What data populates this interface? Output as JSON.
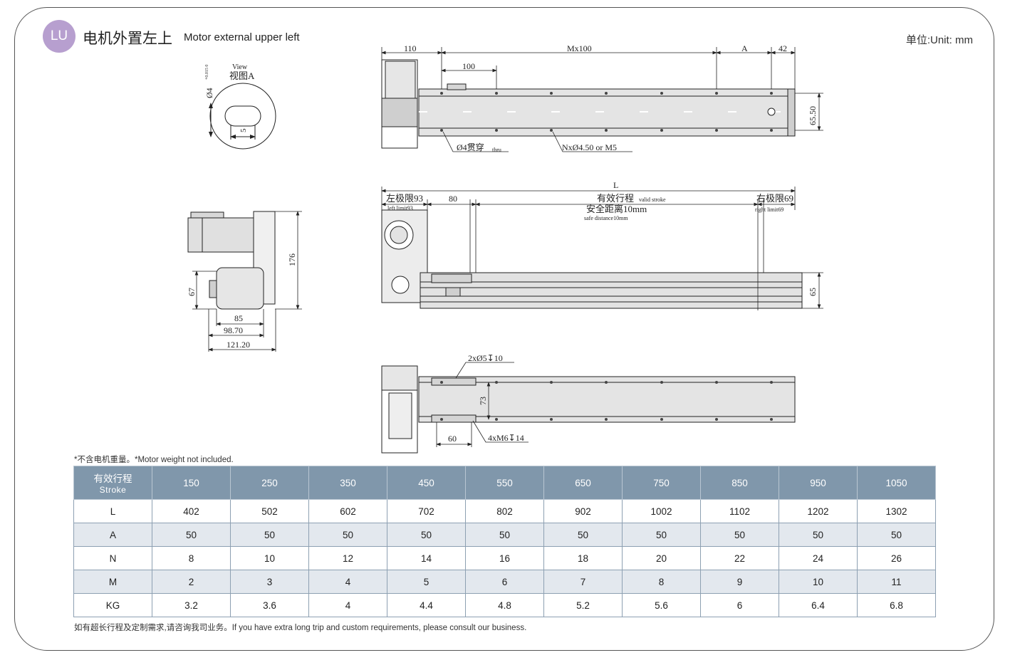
{
  "header": {
    "badge": "LU",
    "title_cn": "电机外置左上",
    "title_en": "Motor external  upper left",
    "unit": "单位:Unit: mm"
  },
  "drawing": {
    "view_label_en": "View",
    "view_label_cn": "视图A",
    "shaft_diameter": "Ø4",
    "shaft_tolerance": "+0.015 0",
    "flat_width": "5",
    "top": {
      "dim_motor": "110",
      "dim_pitch_total": "Mx100",
      "dim_a": "A",
      "dim_end": "42",
      "dim_first": "100",
      "dim_height": "65.50",
      "hole_thru_main": "Ø4贯穿",
      "hole_thru_sub": "thru",
      "hole_mount": "NxØ4.50 or M5"
    },
    "front": {
      "dim_total": "L",
      "left_limit_cn": "左极限93",
      "left_limit_en": "left limit93",
      "dim_80": "80",
      "valid_stroke_cn": "有效行程",
      "valid_stroke_en": "valid stroke",
      "safe_cn": "安全距离10mm",
      "safe_en": "safe distance10mm",
      "right_limit_cn": "右极限69",
      "right_limit_en": "right limit69",
      "dim_height": "65"
    },
    "side": {
      "dim_176": "176",
      "dim_67": "67",
      "dim_85": "85",
      "dim_98": "98.70",
      "dim_121": "121.20"
    },
    "bottom": {
      "holes_top": "2xØ5↧10",
      "dim_73": "73",
      "dim_60": "60",
      "holes_bottom": "4xM6↧14"
    }
  },
  "note": "*不含电机重量。*Motor weight not included.",
  "table": {
    "header": {
      "cn": "有效行程",
      "en": "Stroke"
    },
    "strokes": [
      "150",
      "250",
      "350",
      "450",
      "550",
      "650",
      "750",
      "850",
      "950",
      "1050"
    ],
    "rows": [
      {
        "label": "L",
        "values": [
          "402",
          "502",
          "602",
          "702",
          "802",
          "902",
          "1002",
          "1102",
          "1202",
          "1302"
        ]
      },
      {
        "label": "A",
        "values": [
          "50",
          "50",
          "50",
          "50",
          "50",
          "50",
          "50",
          "50",
          "50",
          "50"
        ]
      },
      {
        "label": "N",
        "values": [
          "8",
          "10",
          "12",
          "14",
          "16",
          "18",
          "20",
          "22",
          "24",
          "26"
        ]
      },
      {
        "label": "M",
        "values": [
          "2",
          "3",
          "4",
          "5",
          "6",
          "7",
          "8",
          "9",
          "10",
          "11"
        ]
      },
      {
        "label": "KG",
        "values": [
          "3.2",
          "3.6",
          "4",
          "4.4",
          "4.8",
          "5.2",
          "5.6",
          "6",
          "6.4",
          "6.8"
        ]
      }
    ]
  },
  "footer": "如有超长行程及定制需求,请咨询我司业务。If you have extra long trip and custom requirements, please consult our business."
}
